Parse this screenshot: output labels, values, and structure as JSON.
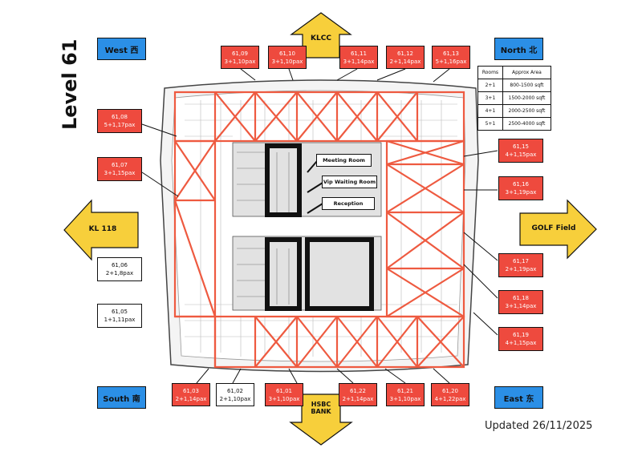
{
  "level_title": "Level 61",
  "compass": {
    "west": "West 西",
    "north": "North 北",
    "south": "South 南",
    "east": "East 东"
  },
  "landmarks": {
    "top": "KLCC",
    "left": "KL 118",
    "right": "GOLF Field",
    "bottom": "HSBC BANK"
  },
  "rooms": {
    "meeting": "Meeting Room",
    "vip": "Vip Waiting Room",
    "reception": "Reception"
  },
  "legend": {
    "headers": [
      "Rooms",
      "Approx Area"
    ],
    "rows": [
      [
        "2+1",
        "800-1500 sqft"
      ],
      [
        "3+1",
        "1500-2000 sqft"
      ],
      [
        "4+1",
        "2000-2500 sqft"
      ],
      [
        "5+1",
        "2500-4000 sqft"
      ]
    ]
  },
  "units": {
    "u0609": {
      "code": "61,09",
      "cap": "3+1,10pax",
      "status": "taken"
    },
    "u0610": {
      "code": "61,10",
      "cap": "3+1,10pax",
      "status": "taken"
    },
    "u0611": {
      "code": "61,11",
      "cap": "3+1,14pax",
      "status": "taken"
    },
    "u0612": {
      "code": "61,12",
      "cap": "2+1,14pax",
      "status": "taken"
    },
    "u0613": {
      "code": "61,13",
      "cap": "5+1,16pax",
      "status": "taken"
    },
    "u0608": {
      "code": "61,08",
      "cap": "5+1,17pax",
      "status": "taken"
    },
    "u0607": {
      "code": "61,07",
      "cap": "3+1,15pax",
      "status": "taken"
    },
    "u0606": {
      "code": "61,06",
      "cap": "2+1,8pax",
      "status": "available"
    },
    "u0605": {
      "code": "61,05",
      "cap": "1+1,11pax",
      "status": "available"
    },
    "u0615": {
      "code": "61,15",
      "cap": "4+1,15pax",
      "status": "taken"
    },
    "u0616": {
      "code": "61,16",
      "cap": "3+1,19pax",
      "status": "taken"
    },
    "u0617": {
      "code": "61,17",
      "cap": "2+1,19pax",
      "status": "taken"
    },
    "u0618": {
      "code": "61,18",
      "cap": "3+1,14pax",
      "status": "taken"
    },
    "u0619": {
      "code": "61,19",
      "cap": "4+1,15pax",
      "status": "taken"
    },
    "u0603": {
      "code": "61,03",
      "cap": "2+1,14pax",
      "status": "taken"
    },
    "u0602": {
      "code": "61,02",
      "cap": "2+1,10pax",
      "status": "available"
    },
    "u0601": {
      "code": "61,01",
      "cap": "3+1,10pax",
      "status": "taken"
    },
    "u0622": {
      "code": "61,22",
      "cap": "2+1,14pax",
      "status": "taken"
    },
    "u0621": {
      "code": "61,21",
      "cap": "3+1,10pax",
      "status": "taken"
    },
    "u0620": {
      "code": "61,20",
      "cap": "4+1,22pax",
      "status": "taken"
    }
  },
  "updated": "Updated 26/11/2025",
  "colors": {
    "taken": "#ee4a3e",
    "available": "#ffffff",
    "compass": "#2b8fe6",
    "arrow": "#f7cf3b"
  }
}
